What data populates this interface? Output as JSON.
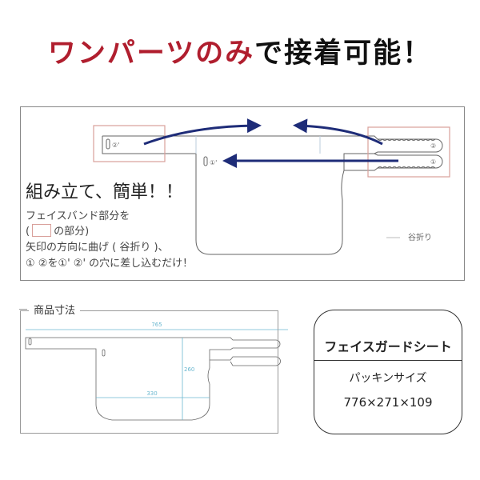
{
  "title": {
    "highlight": "ワンパーツのみ",
    "rest": "で接着可能！",
    "highlight_color": "#b01e2e"
  },
  "assembly": {
    "heading": "組み立て、簡単！！",
    "lines": [
      "フェイスバンド部分を",
      "(",
      "の部分)",
      "矢印の方向に曲げ ( 谷折り )、",
      "① ②を①' ②' の穴に差し込むだけ！"
    ],
    "labels": {
      "hole2": "②'",
      "hole1": "①'",
      "tab2": "②",
      "tab1": "①"
    },
    "legend": "谷折り",
    "arrow_color": "#1e2c78",
    "highlight_box_color": "#d9a09a"
  },
  "dimensions": {
    "label": "商品寸法",
    "width_total": "765",
    "height": "260",
    "width_body": "330",
    "dim_color": "#6bb8d0"
  },
  "package": {
    "title": "フェイスガードシート",
    "size_label": "パッキンサイズ",
    "size_value": "776×271×109"
  }
}
